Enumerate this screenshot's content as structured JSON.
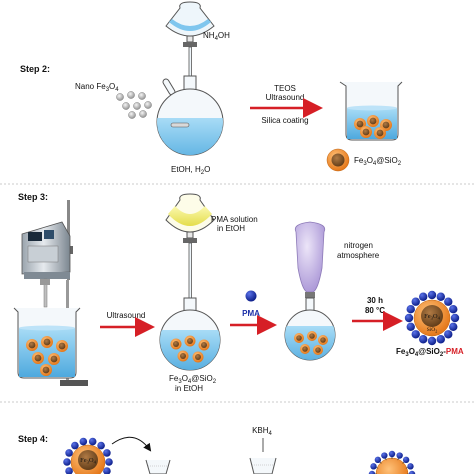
{
  "colors": {
    "arrow": "#d61f26",
    "liquid": "#7fc6ee",
    "glass": "#f4f8fb",
    "particle_core": "#8a5a2b",
    "particle_shell": "#f08a24",
    "pma_dot": "#1b2fa8",
    "pma_text": "#d61f26",
    "yellow_liquid": "#f1ee7a",
    "balloon": "#c8b9e6"
  },
  "step2": {
    "label": "Step 2:",
    "reagent_label": "NH",
    "reagent_sub": "4",
    "reagent_tail": "OH",
    "nano_label": "Nano Fe",
    "nano_sub1": "3",
    "nano_mid": "O",
    "nano_sub2": "4",
    "solvent_label": "EtOH, H",
    "solvent_sub": "2",
    "solvent_tail": "O",
    "arrow_top1": "TEOS",
    "arrow_top2": "Ultrasound",
    "arrow_bottom": "Silica coating",
    "product_a": "Fe",
    "product_s1": "3",
    "product_b": "O",
    "product_s2": "4",
    "product_c": "@SiO",
    "product_s3": "2"
  },
  "step3": {
    "label": "Step 3:",
    "ultrasound_label": "Ultrasound",
    "pma_solution_line1": "PMA solution",
    "pma_solution_line2": "in EtOH",
    "pma_label": "PMA",
    "nitrogen_line1": "nitrogen",
    "nitrogen_line2": "atmosphere",
    "flask_label_a": "Fe",
    "flask_label_s1": "3",
    "flask_label_b": "O",
    "flask_label_s2": "4",
    "flask_label_c": "@SiO",
    "flask_label_s3": "2",
    "flask_label_line2": "in EtOH",
    "cond1": "30 h",
    "cond2": "80 °C",
    "core_text_a": "Fe",
    "core_text_s1": "3",
    "core_text_b": "O",
    "core_text_s2": "4",
    "shell_text": "SiO",
    "shell_sub": "2",
    "product_a": "Fe",
    "product_s1": "3",
    "product_b": "O",
    "product_s2": "4",
    "product_c": "@SiO",
    "product_s3": "2",
    "product_dash": "-",
    "product_pma": "PMA"
  },
  "step4": {
    "label": "Step 4:",
    "reagent": "KBH",
    "reagent_sub": "4",
    "core_text_a": "Fe",
    "core_text_s1": "3",
    "core_text_b": "O",
    "core_text_s2": "4"
  }
}
